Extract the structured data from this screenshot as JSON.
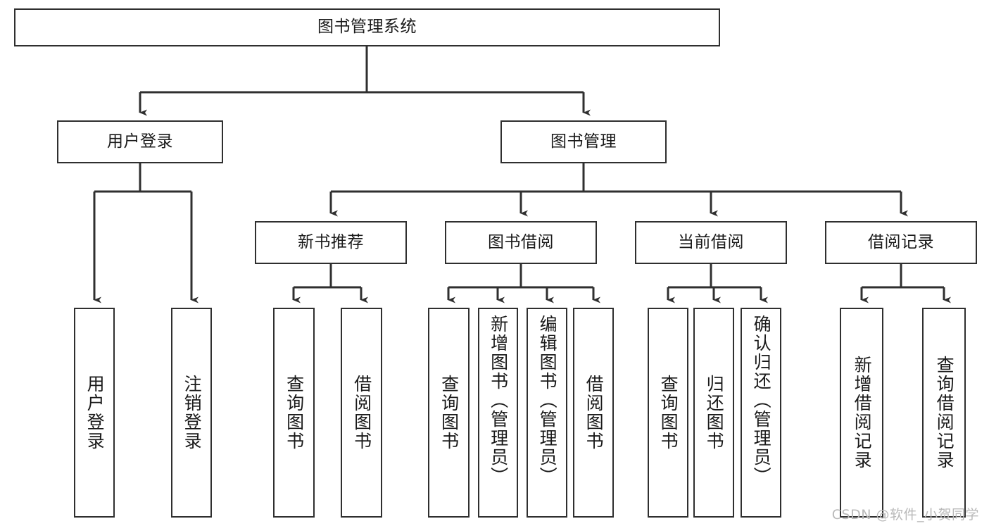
{
  "diagram": {
    "title": "图书管理系统",
    "type": "hierarchy-tree",
    "root": {
      "label": "图书管理系统"
    },
    "level2": [
      {
        "label": "用户登录"
      },
      {
        "label": "图书管理"
      }
    ],
    "level3": [
      {
        "label": "新书推荐"
      },
      {
        "label": "图书借阅"
      },
      {
        "label": "当前借阅"
      },
      {
        "label": "借阅记录"
      }
    ],
    "leaves": {
      "user_login": [
        {
          "label": "用户登录"
        },
        {
          "label": "注销登录"
        }
      ],
      "new_book_recommend": [
        {
          "label": "查询图书"
        },
        {
          "label": "借阅图书"
        }
      ],
      "book_borrow": [
        {
          "label": "查询图书"
        },
        {
          "label": "新增图书（管理员）"
        },
        {
          "label": "编辑图书（管理员）"
        },
        {
          "label": "借阅图书"
        }
      ],
      "current_borrow": [
        {
          "label": "查询图书"
        },
        {
          "label": "归还图书"
        },
        {
          "label": "确认归还（管理员）"
        }
      ],
      "borrow_record": [
        {
          "label": "新增借阅记录"
        },
        {
          "label": "查询借阅记录"
        }
      ]
    }
  },
  "watermark": {
    "text": "CSDN @软件_小贺同学"
  },
  "colors": {
    "stroke": "#2f2f2f",
    "background": "#ffffff",
    "text": "#1a1a1a",
    "watermark": "#b9b9b9"
  }
}
